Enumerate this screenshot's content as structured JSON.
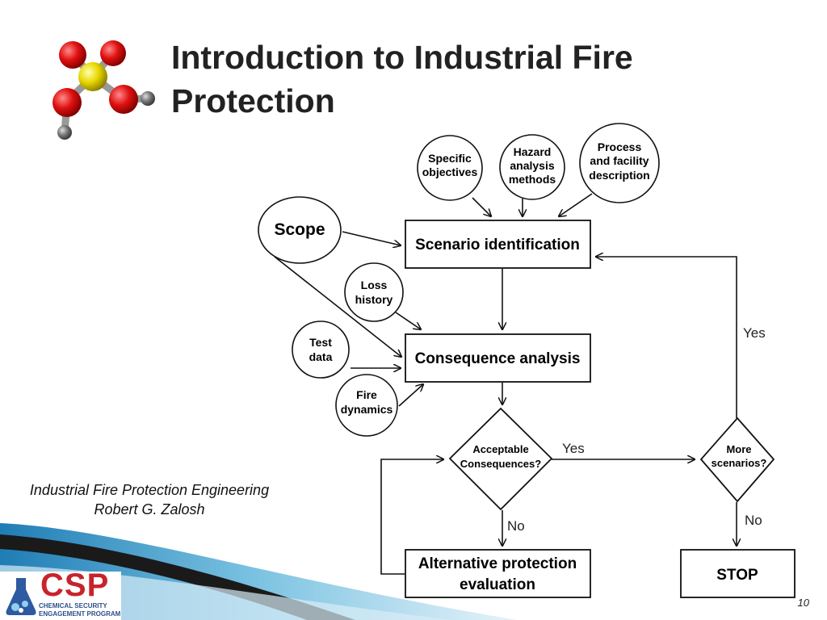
{
  "slide": {
    "title_line1": "Introduction to Industrial Fire",
    "title_line2": "Protection",
    "caption_line1": "Industrial Fire Protection Engineering",
    "caption_line2": "Robert G. Zalosh",
    "page_number": "10"
  },
  "logo": {
    "name": "CSP",
    "sub1": "CHEMICAL SECURITY",
    "sub2": "ENGAGEMENT PROGRAM"
  },
  "flowchart": {
    "inputs": {
      "specific": [
        "Specific",
        "objectives"
      ],
      "hazard": [
        "Hazard",
        "analysis",
        "methods"
      ],
      "process": [
        "Process",
        "and facility",
        "description"
      ],
      "scope": [
        "Scope"
      ],
      "loss": [
        "Loss",
        "history"
      ],
      "test": [
        "Test",
        "data"
      ],
      "fire": [
        "Fire",
        "dynamics"
      ]
    },
    "boxes": {
      "scenario": [
        "Scenario identification"
      ],
      "consequence": [
        "Consequence analysis"
      ],
      "alternative": [
        "Alternative protection",
        "evaluation"
      ],
      "stop": [
        "STOP"
      ]
    },
    "decisions": {
      "acceptable": [
        "Acceptable",
        "Consequences?"
      ],
      "more": [
        "More",
        "scenarios?"
      ]
    },
    "edge_labels": {
      "acceptable_yes": "Yes",
      "acceptable_no": "No",
      "more_yes": "Yes",
      "more_no": "No"
    }
  },
  "colors": {
    "outline": "#111111",
    "brand_red": "#c8232c",
    "brand_blue": "#2d4f8a",
    "swoosh_blue": "#2a8fc0"
  }
}
